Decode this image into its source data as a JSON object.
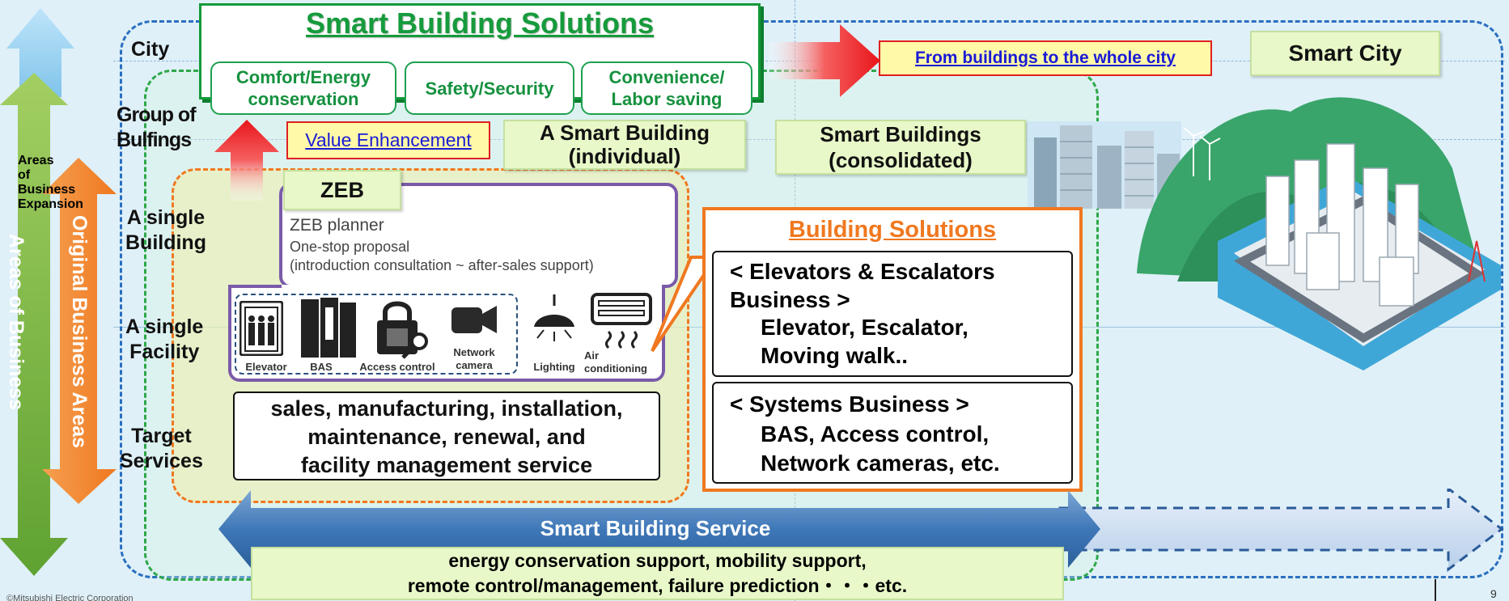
{
  "title": "Smart Building Solutions",
  "pillars": [
    "Comfort/Energy\nconservation",
    "Safety/Security",
    "Convenience/\nLabor saving"
  ],
  "levels": {
    "city": "City",
    "group": "Group of\nBulfings",
    "building": "A single\nBuilding",
    "facility": "A single\nFacility",
    "services": "Target\nServices"
  },
  "side_labels": {
    "outer": "Areas of Business Expansion",
    "inner": "Original Business Areas"
  },
  "from_buildings": "From buildings to the whole city",
  "smart_city": "Smart City",
  "value_enhancement": "Value Enhancement",
  "smart_building_individual": "A Smart Building\n(individual)",
  "smart_buildings_consolidated": "Smart Buildings\n(consolidated)",
  "zeb": {
    "label": "ZEB",
    "planner": "ZEB planner",
    "proposal": "One-stop proposal",
    "proposal_detail": "(introduction consultation ~ after-sales support)"
  },
  "facility_icons": [
    {
      "label": "Elevator",
      "icon": "elevator-icon"
    },
    {
      "label": "BAS",
      "icon": "bas-icon"
    },
    {
      "label": "Access control",
      "icon": "lock-key-icon"
    },
    {
      "label": "Network\ncamera",
      "icon": "camera-icon"
    },
    {
      "label": "Lighting",
      "icon": "lamp-icon"
    },
    {
      "label": "Air\nconditioning",
      "icon": "air-conditioner-icon"
    }
  ],
  "target_services_text": "sales, manufacturing, installation,\nmaintenance, renewal, and\nfacility management service",
  "building_solutions": {
    "title": "Building Solutions",
    "elevator_business_title": "< Elevators & Escalators\nBusiness >",
    "elevator_business_items": "Elevator, Escalator,\nMoving walk..",
    "systems_business_title": "< Systems Business >",
    "systems_business_items": "BAS, Access control,\nNetwork cameras, etc."
  },
  "smart_building_service": {
    "title": "Smart Building Service",
    "details": "energy conservation support, mobility support,\nremote control/management, failure prediction・・・etc."
  },
  "footer": {
    "copyright": "©Mitsubishi Electric Corporation",
    "page_number": "9"
  },
  "colors": {
    "green_title": "#169b3c",
    "orange": "#f07820",
    "purple": "#7a5aa8",
    "blue_dash": "#2a6fc0",
    "arrow_blue": "#3f78b8"
  }
}
